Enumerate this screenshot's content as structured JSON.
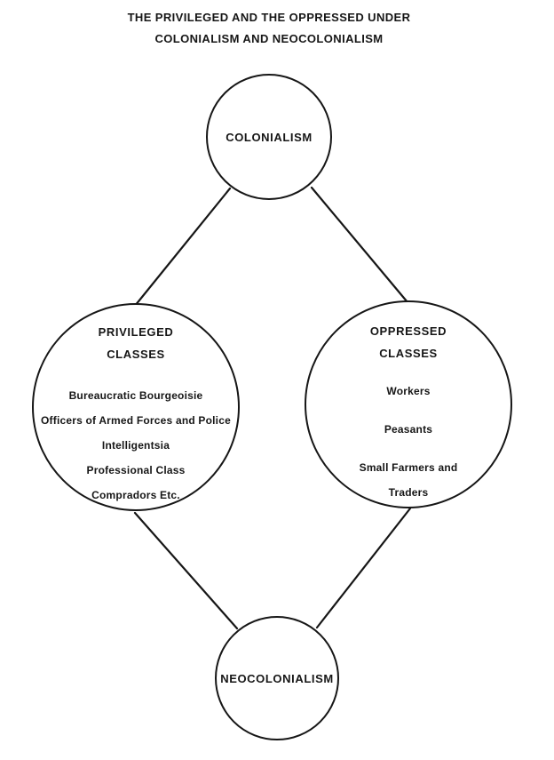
{
  "title": {
    "line1": "THE PRIVILEGED AND THE OPPRESSED UNDER",
    "line2": "COLONIALISM AND NEOCOLONIALISM"
  },
  "nodes": {
    "colonialism": {
      "label": "COLONIALISM"
    },
    "privileged": {
      "heading": [
        "PRIVILEGED",
        "CLASSES"
      ],
      "items": [
        "Bureaucratic Bourgeoisie",
        "Officers of Armed Forces and Police",
        "Intelligentsia",
        "Professional Class",
        "Compradors Etc."
      ]
    },
    "oppressed": {
      "heading": [
        "OPPRESSED",
        "CLASSES"
      ],
      "items": [
        "Workers",
        "Peasants",
        "Small Farmers and",
        "Traders"
      ]
    },
    "neocolonialism": {
      "label": "NEOCOLONIALISM"
    }
  },
  "edges": [
    {
      "from": "COLONIALISM",
      "to": "PRIVILEGED CLASSES"
    },
    {
      "from": "COLONIALISM",
      "to": "OPPRESSED CLASSES"
    },
    {
      "from": "PRIVILEGED CLASSES",
      "to": "NEOCOLONIALISM"
    },
    {
      "from": "OPPRESSED CLASSES",
      "to": "NEOCOLONIALISM"
    }
  ],
  "colors": {
    "ink": "#161616",
    "background": "#ffffff"
  }
}
